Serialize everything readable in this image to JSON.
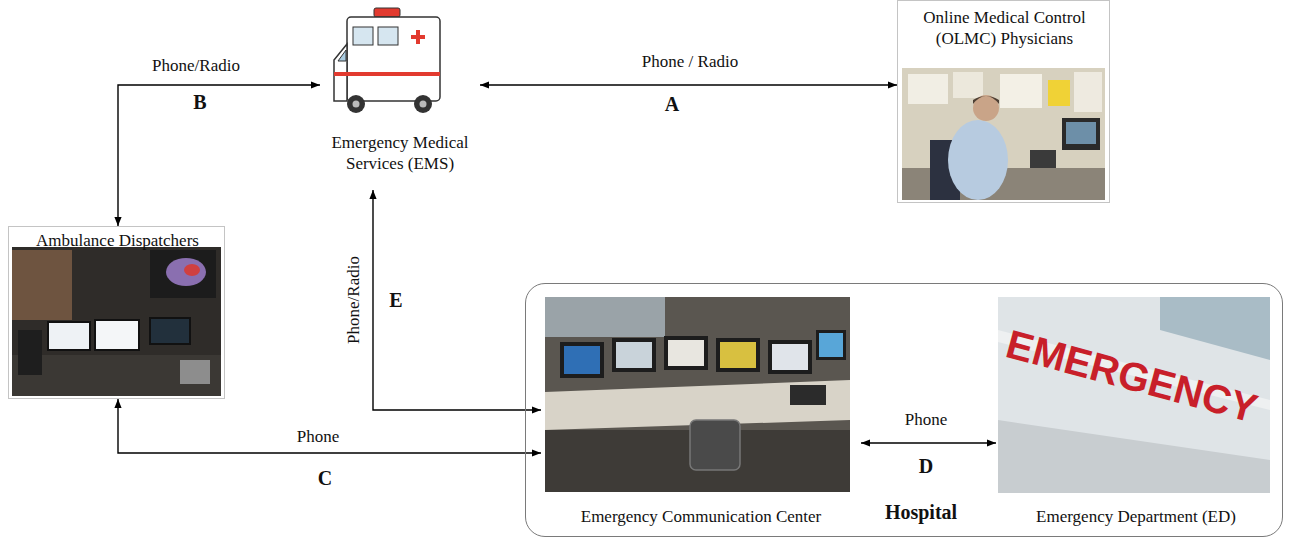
{
  "diagram": {
    "nodes": [
      {
        "text": [
          "Emergency Medical Services (EMS)"
        ]
      },
      {
        "text": [
          "Online Medical Control (OLMC) Physicians"
        ]
      },
      {
        "text": [
          "Ambulance Dispatchers"
        ]
      },
      {
        "text": [
          "Hospital"
        ]
      },
      {
        "text": [
          "Emergency Communication Center"
        ],
        "in": 3
      },
      {
        "text": [
          "Emergency Department (ED)"
        ],
        "in": 3
      }
    ],
    "edges": [
      {
        "from": 0,
        "to": 1,
        "label": "Phone / Radio",
        "arrow": "both"
      },
      {
        "from": 2,
        "to": 0,
        "label": "Phone/Radio",
        "arrow": "both"
      },
      {
        "from": 2,
        "to": 4,
        "label": "Phone",
        "arrow": "both"
      },
      {
        "from": 4,
        "to": 5,
        "label": "Phone",
        "arrow": "both"
      },
      {
        "from": 0,
        "to": 4,
        "label": "Phone/Radio",
        "arrow": "both"
      }
    ],
    "labels": [
      "B",
      "A",
      "E",
      "C",
      "D",
      "EMERGENCY"
    ]
  }
}
